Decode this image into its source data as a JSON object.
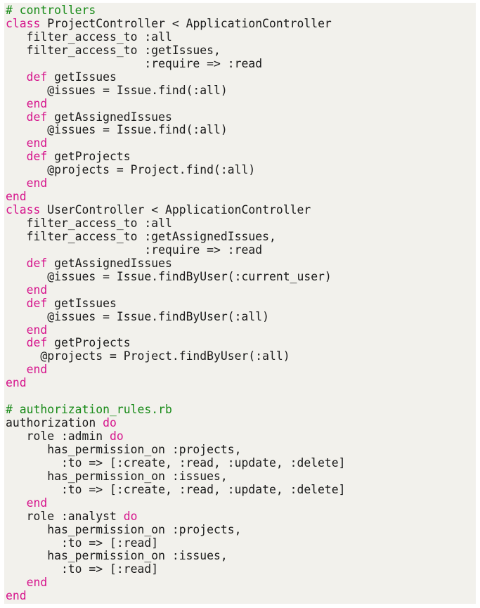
{
  "colors": {
    "background": "#f2f1ec",
    "text": "#1a1a1a",
    "keyword": "#d6148c",
    "comment": "#178a17"
  },
  "code": {
    "lines": [
      [
        [
          "c",
          "# controllers"
        ]
      ],
      [
        [
          "k",
          "class"
        ],
        [
          "t",
          " ProjectController < ApplicationController"
        ]
      ],
      [
        [
          "t",
          "   filter_access_to :all"
        ]
      ],
      [
        [
          "t",
          "   filter_access_to :getIssues,"
        ]
      ],
      [
        [
          "t",
          "                    :require => :read"
        ]
      ],
      [
        [
          "t",
          "   "
        ],
        [
          "k",
          "def"
        ],
        [
          "t",
          " getIssues"
        ]
      ],
      [
        [
          "t",
          "      @issues = Issue.find(:all)"
        ]
      ],
      [
        [
          "t",
          "   "
        ],
        [
          "k",
          "end"
        ]
      ],
      [
        [
          "t",
          "   "
        ],
        [
          "k",
          "def"
        ],
        [
          "t",
          " getAssignedIssues"
        ]
      ],
      [
        [
          "t",
          "      @issues = Issue.find(:all)"
        ]
      ],
      [
        [
          "t",
          "   "
        ],
        [
          "k",
          "end"
        ]
      ],
      [
        [
          "t",
          "   "
        ],
        [
          "k",
          "def"
        ],
        [
          "t",
          " getProjects"
        ]
      ],
      [
        [
          "t",
          "      @projects = Project.find(:all)"
        ]
      ],
      [
        [
          "t",
          "   "
        ],
        [
          "k",
          "end"
        ]
      ],
      [
        [
          "k",
          "end"
        ]
      ],
      [
        [
          "k",
          "class"
        ],
        [
          "t",
          " UserController < ApplicationController"
        ]
      ],
      [
        [
          "t",
          "   filter_access_to :all"
        ]
      ],
      [
        [
          "t",
          "   filter_access_to :getAssignedIssues,"
        ]
      ],
      [
        [
          "t",
          "                    :require => :read"
        ]
      ],
      [
        [
          "t",
          "   "
        ],
        [
          "k",
          "def"
        ],
        [
          "t",
          " getAssignedIssues"
        ]
      ],
      [
        [
          "t",
          "      @issues = Issue.findByUser(:current_user)"
        ]
      ],
      [
        [
          "t",
          "   "
        ],
        [
          "k",
          "end"
        ]
      ],
      [
        [
          "t",
          "   "
        ],
        [
          "k",
          "def"
        ],
        [
          "t",
          " getIssues"
        ]
      ],
      [
        [
          "t",
          "      @issues = Issue.findByUser(:all)"
        ]
      ],
      [
        [
          "t",
          "   "
        ],
        [
          "k",
          "end"
        ]
      ],
      [
        [
          "t",
          "   "
        ],
        [
          "k",
          "def"
        ],
        [
          "t",
          " getProjects"
        ]
      ],
      [
        [
          "t",
          "     @projects = Project.findByUser(:all)"
        ]
      ],
      [
        [
          "t",
          "   "
        ],
        [
          "k",
          "end"
        ]
      ],
      [
        [
          "k",
          "end"
        ]
      ],
      [],
      [
        [
          "c",
          "# authorization_rules.rb"
        ]
      ],
      [
        [
          "t",
          "authorization "
        ],
        [
          "k",
          "do"
        ]
      ],
      [
        [
          "t",
          "   role :admin "
        ],
        [
          "k",
          "do"
        ]
      ],
      [
        [
          "t",
          "      has_permission_on :projects,"
        ]
      ],
      [
        [
          "t",
          "        :to => [:create, :read, :update, :delete]"
        ]
      ],
      [
        [
          "t",
          "      has_permission_on :issues,"
        ]
      ],
      [
        [
          "t",
          "        :to => [:create, :read, :update, :delete]"
        ]
      ],
      [
        [
          "t",
          "   "
        ],
        [
          "k",
          "end"
        ]
      ],
      [
        [
          "t",
          "   role :analyst "
        ],
        [
          "k",
          "do"
        ]
      ],
      [
        [
          "t",
          "      has_permission_on :projects,"
        ]
      ],
      [
        [
          "t",
          "        :to => [:read]"
        ]
      ],
      [
        [
          "t",
          "      has_permission_on :issues,"
        ]
      ],
      [
        [
          "t",
          "        :to => [:read]"
        ]
      ],
      [
        [
          "t",
          "   "
        ],
        [
          "k",
          "end"
        ]
      ],
      [
        [
          "k",
          "end"
        ]
      ]
    ]
  }
}
